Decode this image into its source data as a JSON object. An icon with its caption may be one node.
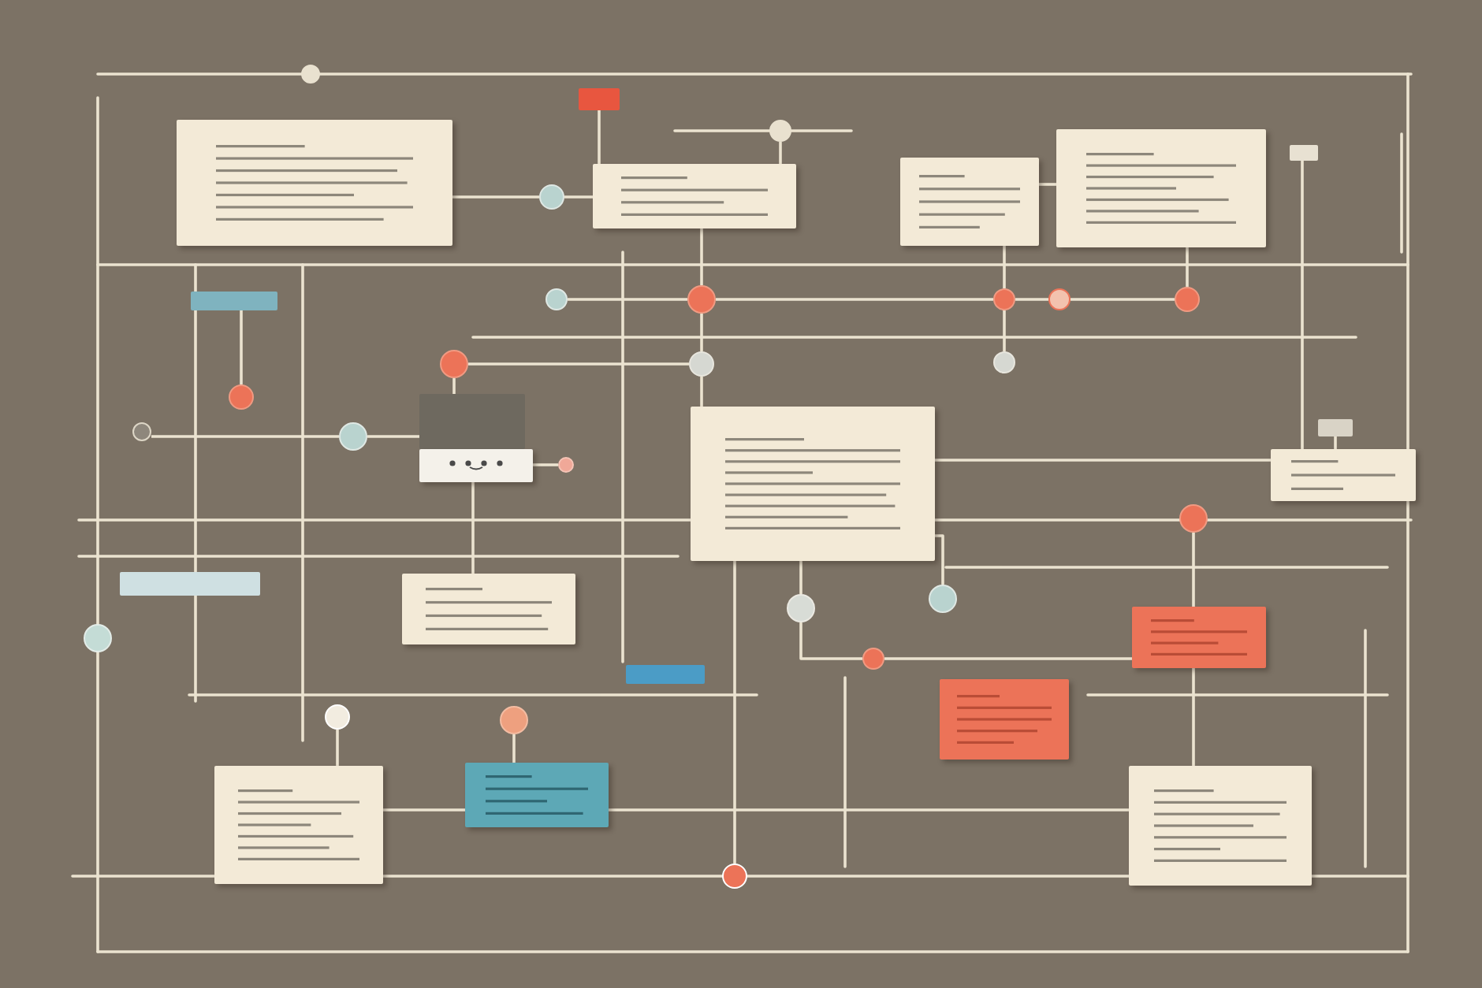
{
  "diagram": {
    "nodes": [
      {
        "text": [],
        "shape": "box"
      },
      {
        "text": [],
        "shape": "box"
      },
      {
        "text": [],
        "shape": "box"
      },
      {
        "text": [],
        "shape": "box"
      },
      {
        "text": [],
        "shape": "box"
      },
      {
        "text": [],
        "shape": "box"
      },
      {
        "text": [],
        "shape": "box"
      },
      {
        "text": [],
        "shape": "box"
      },
      {
        "text": [],
        "shape": "box"
      },
      {
        "text": [],
        "shape": "box"
      },
      {
        "text": [],
        "shape": "box"
      },
      {
        "text": [],
        "shape": "box"
      },
      {
        "text": [],
        "shape": "box"
      },
      {
        "text": [],
        "shape": "box"
      },
      {
        "text": [],
        "shape": "box"
      },
      {
        "text": [],
        "shape": "box"
      },
      {
        "text": [],
        "shape": "box"
      },
      {
        "text": [],
        "shape": "box"
      },
      {
        "text": [],
        "shape": "circle"
      },
      {
        "text": [],
        "shape": "circle"
      },
      {
        "text": [],
        "shape": "circle"
      },
      {
        "text": [],
        "shape": "circle"
      },
      {
        "text": [],
        "shape": "circle"
      },
      {
        "text": [],
        "shape": "circle"
      },
      {
        "text": [],
        "shape": "circle"
      },
      {
        "text": [],
        "shape": "circle"
      },
      {
        "text": [],
        "shape": "circle"
      },
      {
        "text": [],
        "shape": "circle"
      },
      {
        "text": [],
        "shape": "circle"
      },
      {
        "text": [],
        "shape": "circle"
      },
      {
        "text": [],
        "shape": "circle"
      },
      {
        "text": [],
        "shape": "circle"
      },
      {
        "text": [],
        "shape": "circle"
      },
      {
        "text": [],
        "shape": "circle"
      },
      {
        "text": [],
        "shape": "circle"
      },
      {
        "text": [],
        "shape": "circle"
      },
      {
        "text": [],
        "shape": "circle"
      },
      {
        "text": [],
        "shape": "circle"
      },
      {
        "text": [],
        "shape": "circle"
      },
      {
        "text": [],
        "shape": "circle"
      },
      {
        "text": [],
        "shape": "circle"
      },
      {
        "text": [],
        "shape": "box"
      },
      {
        "text": [],
        "shape": "box"
      }
    ],
    "edges": [
      {
        "from": 0,
        "to": 19,
        "arrow": "none"
      },
      {
        "from": 19,
        "to": 2,
        "arrow": "none"
      },
      {
        "from": 1,
        "to": 2,
        "arrow": "none"
      },
      {
        "from": 20,
        "to": 2,
        "arrow": "none"
      },
      {
        "from": 2,
        "to": 22,
        "arrow": "none"
      },
      {
        "from": 22,
        "to": 24,
        "arrow": "none"
      },
      {
        "from": 24,
        "to": 8,
        "arrow": "none"
      },
      {
        "from": 3,
        "to": 4,
        "arrow": "none"
      },
      {
        "from": 4,
        "to": 27,
        "arrow": "none"
      },
      {
        "from": 3,
        "to": 25,
        "arrow": "none"
      },
      {
        "from": 25,
        "to": 28,
        "arrow": "none"
      },
      {
        "from": 21,
        "to": 22,
        "arrow": "none"
      },
      {
        "from": 22,
        "to": 25,
        "arrow": "none"
      },
      {
        "from": 25,
        "to": 26,
        "arrow": "none"
      },
      {
        "from": 26,
        "to": 27,
        "arrow": "none"
      },
      {
        "from": 23,
        "to": 24,
        "arrow": "none"
      },
      {
        "from": 23,
        "to": 6,
        "arrow": "none"
      },
      {
        "from": 5,
        "to": 29,
        "arrow": "none"
      },
      {
        "from": 30,
        "to": 31,
        "arrow": "none"
      },
      {
        "from": 31,
        "to": 6,
        "arrow": "none"
      },
      {
        "from": 7,
        "to": 32,
        "arrow": "none"
      },
      {
        "from": 7,
        "to": 11,
        "arrow": "none"
      },
      {
        "from": 8,
        "to": 34,
        "arrow": "none"
      },
      {
        "from": 8,
        "to": 35,
        "arrow": "none"
      },
      {
        "from": 34,
        "to": 36,
        "arrow": "none"
      },
      {
        "from": 36,
        "to": 13,
        "arrow": "none"
      },
      {
        "from": 33,
        "to": 13,
        "arrow": "none"
      },
      {
        "from": 13,
        "to": 17,
        "arrow": "none"
      },
      {
        "from": 39,
        "to": 16,
        "arrow": "none"
      },
      {
        "from": 15,
        "to": 16,
        "arrow": "none"
      },
      {
        "from": 16,
        "to": 17,
        "arrow": "none"
      },
      {
        "from": 38,
        "to": 15,
        "arrow": "none"
      },
      {
        "from": 41,
        "to": 9,
        "arrow": "none"
      },
      {
        "from": 42,
        "to": 9,
        "arrow": "none"
      },
      {
        "from": 8,
        "to": 9,
        "arrow": "none"
      },
      {
        "from": 8,
        "to": 40,
        "arrow": "none"
      }
    ]
  }
}
